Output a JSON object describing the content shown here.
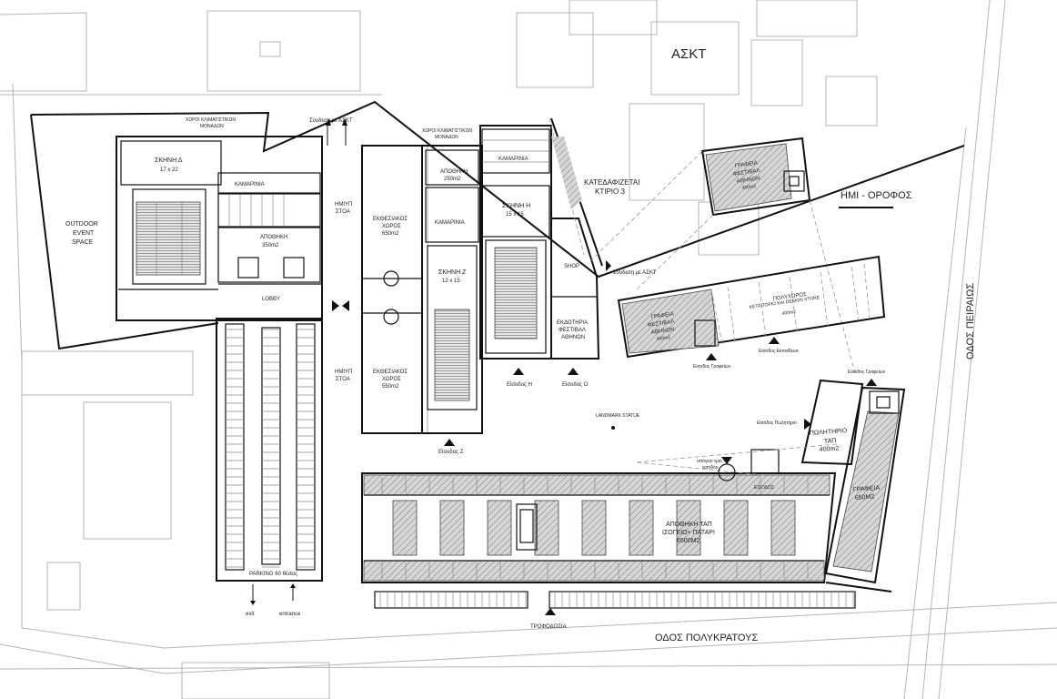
{
  "labels": {
    "askt": "ΑΣΚΤ",
    "imi_orofos": "ΗΜΙ - ΟΡΟΦΟΣ",
    "odos_peiraios": "ΟΔΟΣ ΠΕΙΡΑΙΩΣ",
    "odos_polykratous": "ΟΔΟΣ ΠΟΛΥΚΡΑΤΟΥΣ",
    "outdoor_1": "OUTDOOR",
    "outdoor_2": "EVENT",
    "outdoor_3": "SPACE",
    "xoroi_klimatistikon_1": "ΧΩΡΟΙ ΚΛΙΜΑΤΙΣΤΙΚΩΝ",
    "xoroi_klimatistikon_1b": "ΜΟΝΑΔΩΝ",
    "xoroi_klimatistikon_2": "ΧΩΡΟΙ ΚΛΙΜΑΤΙΣΤΙΚΩΝ",
    "xoroi_klimatistikon_2b": "ΜΟΝΑΔΩΝ",
    "syndesi_askt_1": "Σύνδεση με ΑΣΚΤ",
    "syndesi_askt_2": "Σύνδεση με ΑΣΚΤ",
    "skini_d": "ΣΚΗΝΗ Δ",
    "skini_d_dim": "17 x 22",
    "kamarinia_1": "ΚΑΜΑΡΙΝΙΑ",
    "apothiki_1": "ΑΠΟΘΗΚΗ",
    "apothiki_1_area": "350m2",
    "lobby": "LOBBY",
    "imip_stoa_1a": "ΗΜΙΥΠ",
    "imip_stoa_1b": "ΣΤΟΑ",
    "imip_stoa_2a": "ΗΜΙΥΠ",
    "imip_stoa_2b": "ΣΤΟΑ",
    "ekthesiakos_1a": "ΕΚΘΕΣΙΑΚΟΣ",
    "ekthesiakos_1b": "ΧΩΡΟΣ",
    "ekthesiakos_1c": "650m2",
    "ekthesiakos_2a": "ΕΚΘΕΣΙΑΚΟΣ",
    "ekthesiakos_2b": "ΧΩΡΟΣ",
    "ekthesiakos_2c": "550m2",
    "apothiki_2": "ΑΠΟΘΗΚΗ",
    "apothiki_2_area": "250m2",
    "kamarinia_2": "ΚΑΜΑΡΙΝΙΑ",
    "kamarinia_3": "ΚΑΜΑΡΙΝΙΑ",
    "skini_i": "ΣΚΗΝΗ Η",
    "skini_i_dim": "15 x 15",
    "skini_z": "ΣΚΗΝΗ Ζ",
    "skini_z_dim": "12 x 15",
    "shop": "SHOP",
    "ekdotiria_a": "ΕΚΔΟΤΗΡΙΑ",
    "ekdotiria_b": "ΦΕΣΤΙΒΑΛ",
    "ekdotiria_c": "ΑΘΗΝΩΝ",
    "katedafizetai_a": "ΚΑΤΕΔΑΦΙΖΕΤΑΙ",
    "katedafizetai_b": "ΚΤΙΡΙΟ 3",
    "eisodos_i": "Είσοδος Η",
    "eisodos_o": "Είσοδος Ο",
    "eisodos_z": "Είσοδος Ζ",
    "landmark_statue": "LANDMARK STATUE",
    "grafeia_upper_a": "ΓΡΑΦΕΙΑ",
    "grafeia_upper_b": "ΦΕΣΤΙΒΑΛ",
    "grafeia_upper_c": "ΑΘΗΝΩΝ",
    "grafeia_upper_d": "450m2",
    "grafeia_mid_a": "ΓΡΑΦΕΙΑ",
    "grafeia_mid_b": "ΦΕΣΤΙΒΑΛ",
    "grafeia_mid_c": "ΑΘΗΝΩΝ",
    "grafeia_mid_d": "450m2",
    "polyxoros_a": "ΠΟΛΥΧΩΡΟΣ",
    "polyxoros_b": "ΚΕΤΑΙΤΟΡΙΟ ΚΑΙ DESIGN STORE",
    "polyxoros_c": "400m2",
    "eisodos_grafeion_1": "Είσοδος Γραφείων",
    "eisodos_ekpaidevsis": "Είσοδος Εκπαίδευσ",
    "eisodos_grafeion_2": "Είσοδος Γραφείων",
    "eisodos_politirio": "Είσοδος Πωλητήριο",
    "politirio_a": "ΠΩΛΗΤΗΡΙΟ",
    "politirio_b": "ΤΑΠ",
    "politirio_c": "400m2",
    "grafeia_lower_a": "ΓΡΑΦΕΙΑ",
    "grafeia_lower_b": "650M2",
    "ypogeio_a": "υπόγειο τριο",
    "ypogeio_b": "εισόδου",
    "eisodos": "ΕΙΣΟΔΟΣ",
    "apothiki_tap_a": "ΑΠΟΘΗΚΗ ΤΑΠ",
    "apothiki_tap_b": "ΙΣΟΓΕΙΟ+ ΠΑΤΑΡΙ",
    "apothiki_tap_c": "6500M2",
    "parking": "PARKING 60 θέσεις",
    "exit": "exit",
    "entrance": "entrance",
    "trofodosia": "ΤΡΟΦΟΔΟΣΙΑ"
  }
}
